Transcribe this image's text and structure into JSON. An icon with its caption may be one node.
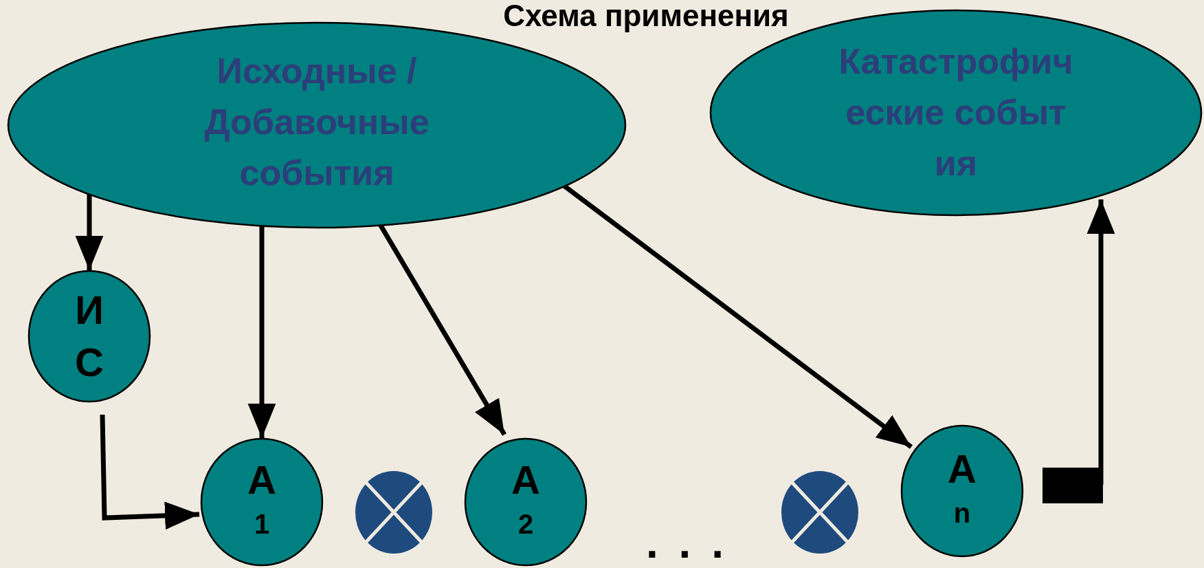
{
  "diagram": {
    "title": "Схема применения",
    "nodes": [
      {
        "text": [
          "Исходные / Добавочные события"
        ]
      },
      {
        "text": [
          "Катастрофические события"
        ]
      },
      {
        "text": [
          "ИС"
        ]
      },
      {
        "text": [
          "А",
          "1"
        ]
      },
      {
        "text": [
          "А",
          "2"
        ]
      },
      {
        "text": [
          "А",
          "n"
        ]
      },
      {
        "text": [],
        "shape": "circle"
      },
      {
        "text": [],
        "shape": "circle"
      }
    ],
    "edges": [
      {
        "from": 0,
        "to": 2,
        "arrow": "to"
      },
      {
        "from": 0,
        "to": 3,
        "arrow": "to"
      },
      {
        "from": 0,
        "to": 4,
        "arrow": "to"
      },
      {
        "from": 0,
        "to": 5,
        "arrow": "to"
      },
      {
        "from": 2,
        "to": 3,
        "arrow": "to"
      },
      {
        "from": 5,
        "to": 1,
        "arrow": "to"
      }
    ],
    "labels": [
      ". . ."
    ]
  }
}
